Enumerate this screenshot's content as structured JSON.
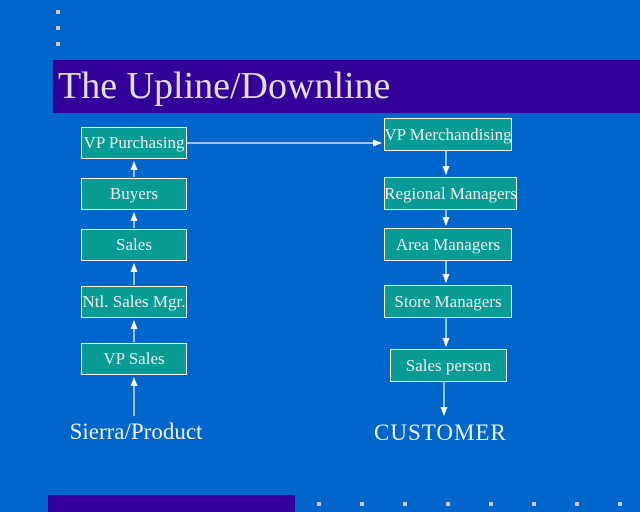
{
  "slide": {
    "title": "The Upline/Downline",
    "left_column": {
      "boxes": [
        "VP Purchasing",
        "Buyers",
        "Sales",
        "Ntl. Sales Mgr.",
        "VP Sales"
      ],
      "flow_direction": "up",
      "source_label": "Sierra/Product"
    },
    "right_column": {
      "boxes": [
        "VP Merchandising",
        "Regional Managers",
        "Area Managers",
        "Store Managers",
        "Sales person"
      ],
      "flow_direction": "down",
      "destination_label": "CUSTOMER"
    },
    "colors": {
      "background": "#0066CC",
      "title_band": "#330099",
      "bottom_bar": "#330099",
      "box_fill": "#089C94",
      "box_border": "#FFFFFF",
      "arrow": "#FFFFFF",
      "text": "#ECECEC"
    }
  }
}
